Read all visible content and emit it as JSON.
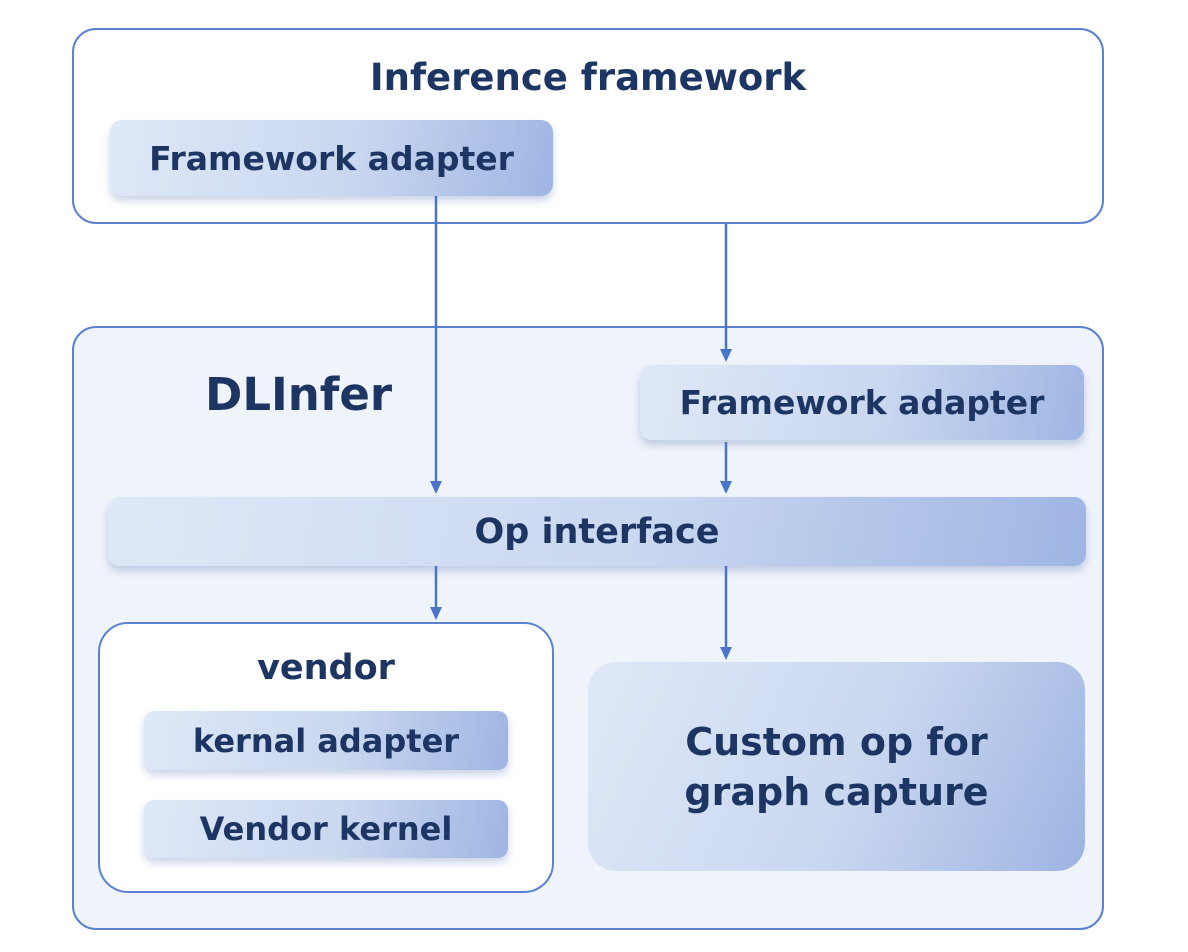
{
  "diagram": {
    "inference_framework": {
      "title": "Inference framework",
      "adapter_label": "Framework adapter"
    },
    "dlinfer": {
      "title": "DLInfer",
      "adapter_label": "Framework adapter",
      "op_interface_label": "Op interface",
      "vendor": {
        "title": "vendor",
        "kernel_adapter_label": "kernal adapter",
        "vendor_kernel_label": "Vendor kernel"
      },
      "custom_op_label": "Custom op for graph capture"
    },
    "colors": {
      "border": "#5b82cf",
      "arrow": "#4a74c9",
      "text": "#1c3563",
      "dlinfer_bg": "#eff3fa"
    },
    "edges": [
      {
        "from": "Framework adapter (Inference framework)",
        "to": "Op interface"
      },
      {
        "from": "Inference framework",
        "to": "Framework adapter (DLInfer)"
      },
      {
        "from": "Framework adapter (DLInfer)",
        "to": "Op interface"
      },
      {
        "from": "Op interface",
        "to": "vendor"
      },
      {
        "from": "Op interface",
        "to": "Custom op for graph capture"
      }
    ]
  }
}
